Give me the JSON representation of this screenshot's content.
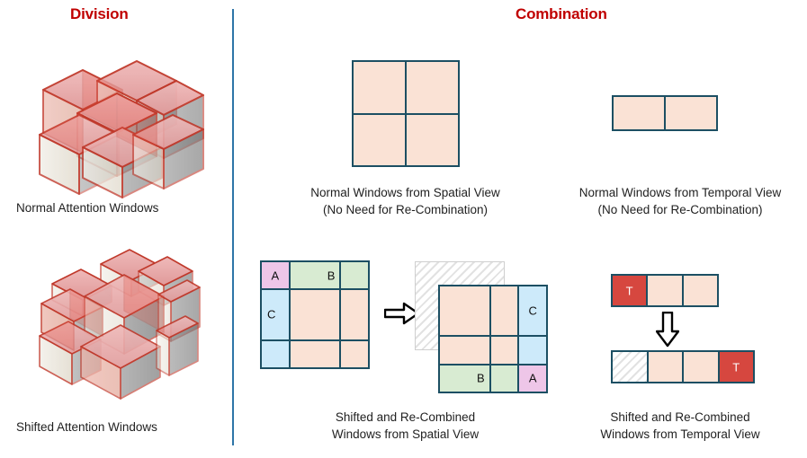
{
  "headers": {
    "left": "Division",
    "right": "Combination"
  },
  "division": {
    "normal": {
      "caption": "Normal Attention Windows",
      "illustration": "cube-3d-normal-windows"
    },
    "shifted": {
      "caption": "Shifted Attention Windows",
      "illustration": "cube-3d-shifted-windows"
    }
  },
  "combination": {
    "normal_spatial": {
      "caption": "Normal Windows from Spatial View\n(No Need for Re-Combination)",
      "grid": {
        "rows": 2,
        "cols": 2,
        "cells": [
          {
            "color": "peach",
            "label": ""
          },
          {
            "color": "peach",
            "label": ""
          },
          {
            "color": "peach",
            "label": ""
          },
          {
            "color": "peach",
            "label": ""
          }
        ]
      }
    },
    "normal_temporal": {
      "caption": "Normal Windows from Temporal View\n(No Need for Re-Combination)",
      "strip": {
        "cells": [
          {
            "color": "peach",
            "label": ""
          },
          {
            "color": "peach",
            "label": ""
          }
        ]
      }
    },
    "shifted_spatial": {
      "caption": "Shifted and Re-Combined\nWindows from Spatial View",
      "before": {
        "cells": [
          {
            "color": "pink",
            "label": "A",
            "align": "center"
          },
          {
            "color": "green",
            "label": "B",
            "align": "right"
          },
          {
            "color": "green",
            "label": "",
            "align": "center"
          },
          {
            "color": "blue",
            "label": "C",
            "align": "left"
          },
          {
            "color": "peach",
            "label": "",
            "align": "center"
          },
          {
            "color": "peach",
            "label": "",
            "align": "center"
          },
          {
            "color": "blue",
            "label": "",
            "align": "center"
          },
          {
            "color": "peach",
            "label": "",
            "align": "center"
          },
          {
            "color": "peach",
            "label": "",
            "align": "center"
          }
        ]
      },
      "after": {
        "cells": [
          {
            "color": "peach",
            "label": "",
            "align": "center"
          },
          {
            "color": "peach",
            "label": "",
            "align": "center"
          },
          {
            "color": "blue",
            "label": "C",
            "align": "center"
          },
          {
            "color": "peach",
            "label": "",
            "align": "center"
          },
          {
            "color": "peach",
            "label": "",
            "align": "center"
          },
          {
            "color": "blue",
            "label": "",
            "align": "center"
          },
          {
            "color": "green",
            "label": "B",
            "align": "right"
          },
          {
            "color": "green",
            "label": "",
            "align": "center"
          },
          {
            "color": "pink",
            "label": "A",
            "align": "center"
          }
        ]
      },
      "arrow": "arrow-right-icon"
    },
    "shifted_temporal": {
      "caption": "Shifted and Re-Combined\nWindows from Temporal View",
      "before": {
        "cells": [
          {
            "color": "red",
            "label": "T"
          },
          {
            "color": "peach",
            "label": ""
          },
          {
            "color": "peach",
            "label": ""
          }
        ]
      },
      "after": {
        "cells": [
          {
            "color": "hatch",
            "label": ""
          },
          {
            "color": "peach",
            "label": ""
          },
          {
            "color": "peach",
            "label": ""
          },
          {
            "color": "red",
            "label": "T"
          }
        ]
      },
      "arrow": "arrow-down-icon"
    }
  },
  "colors": {
    "title_red": "#c00000",
    "divider_blue": "#2e75a8",
    "grid_border": "#1c4f63",
    "peach": "#fae2d5",
    "pink": "#eec6e8",
    "green": "#d8ebd2",
    "blue": "#cdeafa",
    "red": "#d6473f",
    "cube_red": "#d94a4a"
  }
}
